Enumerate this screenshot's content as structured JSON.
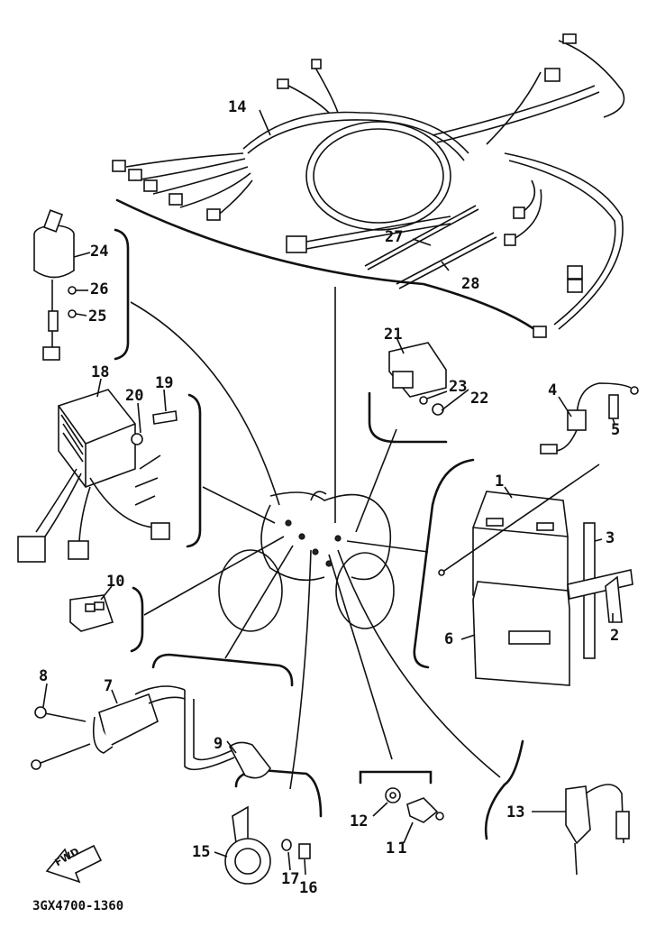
{
  "diagram_code": "3GX4700-1360",
  "direction_marker": "FWD",
  "part_labels": {
    "p1": "1",
    "p2": "2",
    "p3": "3",
    "p4": "4",
    "p5": "5",
    "p6": "6",
    "p7": "7",
    "p8": "8",
    "p9": "9",
    "p10": "10",
    "p11": "11",
    "p12": "12",
    "p13": "13",
    "p14": "14",
    "p15": "15",
    "p16": "16",
    "p17": "17",
    "p18": "18",
    "p19": "19",
    "p20": "20",
    "p21": "21",
    "p22": "22",
    "p23": "23",
    "p24": "24",
    "p25": "25",
    "p26": "26",
    "p27": "27",
    "p28": "28"
  }
}
